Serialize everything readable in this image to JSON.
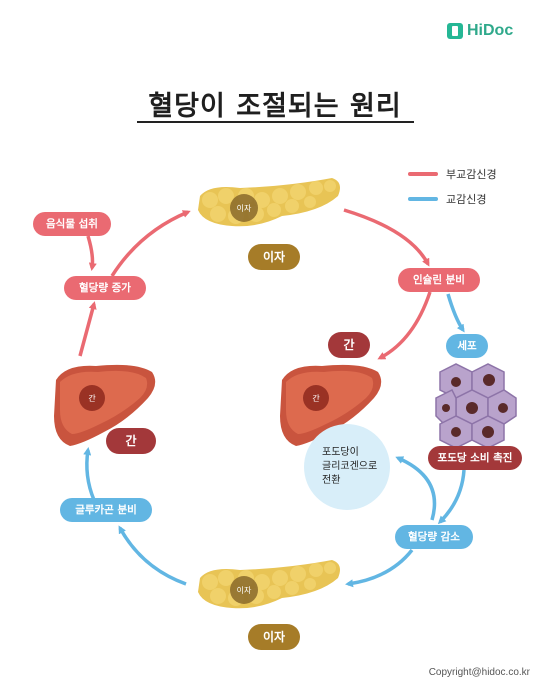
{
  "brand": {
    "name": "HiDoc"
  },
  "title": "혈당이 조절되는 원리",
  "legend": [
    {
      "label": "부교감신경",
      "color": "#ea6a72"
    },
    {
      "label": "교감신경",
      "color": "#62b6e3"
    }
  ],
  "organs": {
    "pancreas_inner": "이자",
    "pancreas_tag": "이자",
    "liver_inner": "간",
    "liver_tag": "간"
  },
  "steps": {
    "food_intake": "음식물 섭취",
    "blood_sugar_up": "혈당량 증가",
    "insulin": "인슐린 분비",
    "cell": "세포",
    "glucose_consumption": "포도당 소비 촉진",
    "blood_sugar_down": "혈당량 감소",
    "glucagon": "글루카곤 분비"
  },
  "bubble_lines": [
    "포도당이",
    "글리코겐으로",
    "전환"
  ],
  "copyright": "Copyright@hidoc.co.kr"
}
